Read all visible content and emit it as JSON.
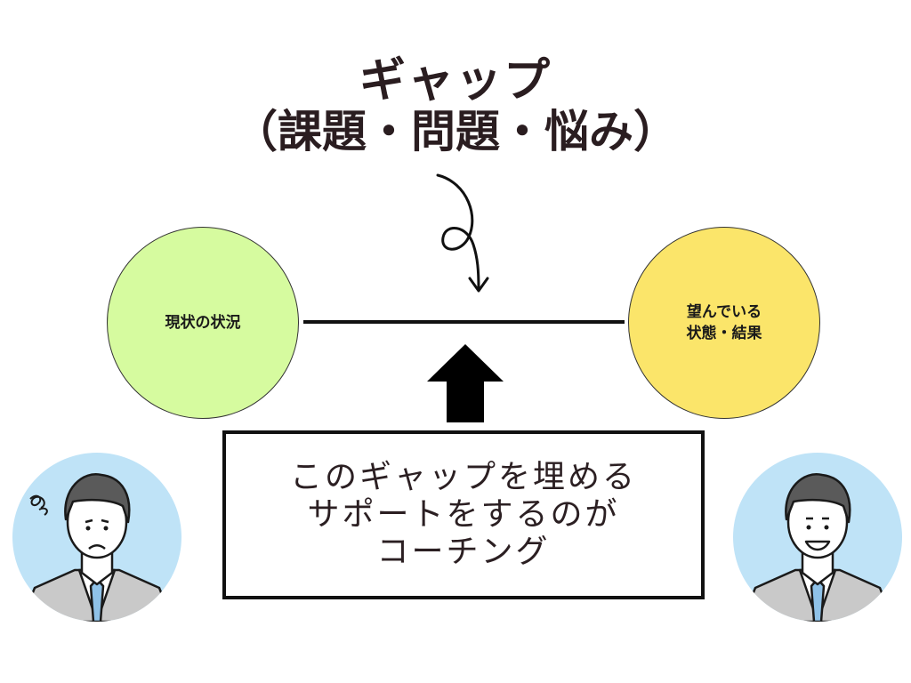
{
  "title": {
    "line1": "ギャップ",
    "line2": "（課題・問題・悩み）"
  },
  "current": {
    "label": "現状の状況"
  },
  "desired": {
    "line1": "望んでいる",
    "line2": "状態・結果"
  },
  "message": {
    "line1": "このギャップを埋める",
    "line2": "サポートをするのが",
    "line3": "コーチング"
  },
  "colors": {
    "current": "#d6fb9f",
    "desired": "#fbe56a",
    "avatar_bg": "#bfe3f7",
    "ink": "#111111"
  },
  "icons": {
    "arrow": "up-arrow-icon",
    "curl": "curly-arrow-icon",
    "left_person": "worried-man-icon",
    "right_person": "smiling-man-icon"
  }
}
